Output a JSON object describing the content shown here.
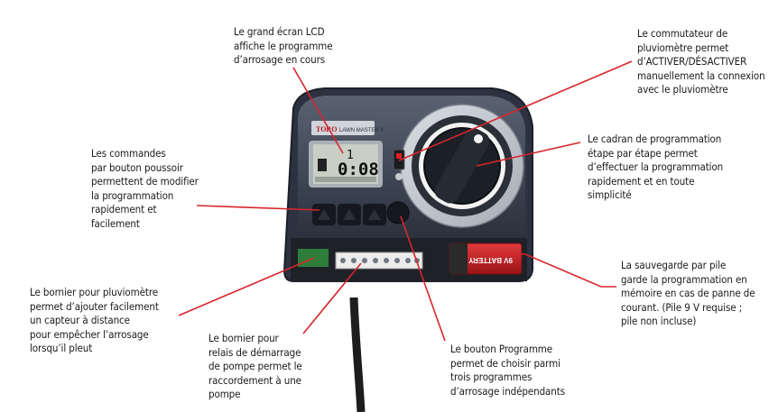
{
  "callouts": {
    "lcd": "Le grand écran LCD\naffiche le programme\nd’arrosage en cours",
    "rain_switch": "Le commutateur de\npluviomètre permet\nd’ACTIVER/DÉSACTIVER\nmanuellement la connexion\navec le pluviomètre",
    "dial": "Le cadran de programmation\nétape par étape permet\nd’effectuer la programmation\nrapidement et en toute\nsimplicité",
    "buttons": "Les commandes\npar bouton poussoir\npermettent de modifier\nla programmation\nrapidement et\nfacilement",
    "sensor_terminal": "Le bornier pour pluviomètre\npermet d’ajouter facilement\nun capteur à distance\npour empêcher l’arrosage\nlorsqu’il pleut",
    "pump_terminal": "Le bornier pour\nrelais de démarrage\nde pompe permet le\nraccordement à une\npompe",
    "program_button": "Le bouton Programme\npermet de choisir parmi\ntrois programmes\nd’arrosage indépendants",
    "battery": "La sauvegarde par pile\ngarde la programmation en\nmémoire en cas de panne de\ncourant. (Pile 9 V requise ;\npile non incluse)"
  },
  "device": {
    "brand": "TORO",
    "model": "LAWN MASTER II",
    "lcd_time": "0:08",
    "lcd_station": "1",
    "battery_label": "9V BATTERY"
  },
  "colors": {
    "leader": "#d7252b",
    "housing": "#3a4150",
    "battery": "#c8202a"
  }
}
